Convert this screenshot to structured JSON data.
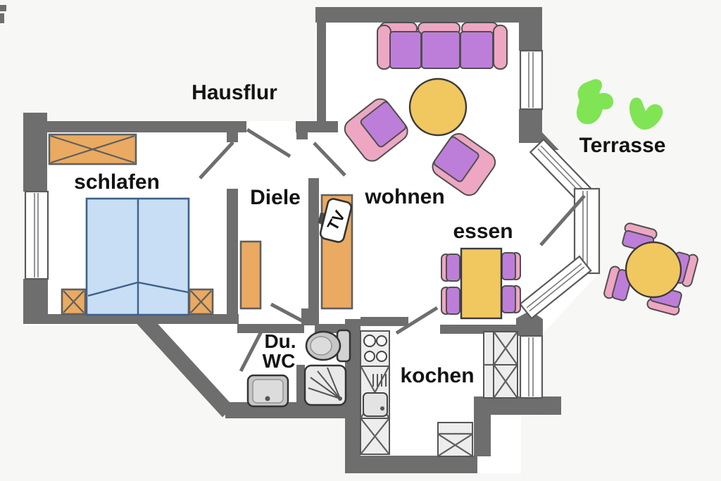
{
  "rooms": {
    "hausflur": "Hausflur",
    "schlafen": "schlafen",
    "diele": "Diele",
    "wohnen": "wohnen",
    "essen": "essen",
    "terrasse": "Terrasse",
    "du_wc_line1": "Du.",
    "du_wc_line2": "WC",
    "kochen": "kochen"
  },
  "labels": {
    "tv": "TV"
  },
  "colors": {
    "wall": "#6e6e6e",
    "orange": "#eaaa61",
    "purple": "#bd7ed9",
    "pink": "#eda7c2",
    "yellow": "#f1c75f",
    "bed": "#c8def4",
    "bedline": "#3e618a",
    "green": "#80e455",
    "outline": "#4f4f4f",
    "bg": "#f7f7f5",
    "floor": "#ffffff",
    "text": "#131313"
  }
}
